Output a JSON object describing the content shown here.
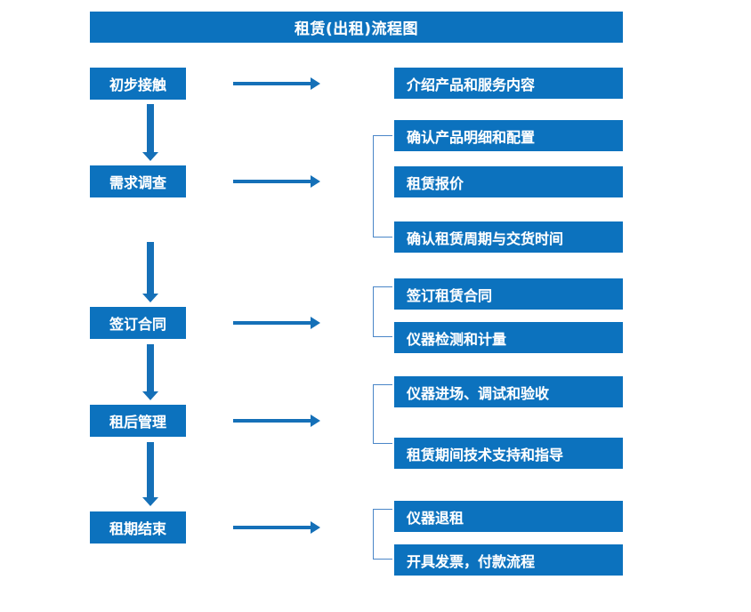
{
  "diagram": {
    "title": "租赁(出租)流程图",
    "colors": {
      "box_fill": "#0C72BE",
      "box_text": "#FFFFFF",
      "arrow": "#1570B8",
      "bracket": "#4A86C8",
      "background": "#FFFFFF"
    },
    "stages": [
      {
        "id": "stage-1",
        "label": "初步接触"
      },
      {
        "id": "stage-2",
        "label": "需求调查"
      },
      {
        "id": "stage-3",
        "label": "签订合同"
      },
      {
        "id": "stage-4",
        "label": "租后管理"
      },
      {
        "id": "stage-5",
        "label": "租期结束"
      }
    ],
    "tasks": [
      {
        "id": "task-1",
        "label": "介绍产品和服务内容"
      },
      {
        "id": "task-2",
        "label": "确认产品明细和配置"
      },
      {
        "id": "task-3",
        "label": "租赁报价"
      },
      {
        "id": "task-4",
        "label": "确认租赁周期与交货时间"
      },
      {
        "id": "task-5",
        "label": "签订租赁合同"
      },
      {
        "id": "task-6",
        "label": "仪器检测和计量"
      },
      {
        "id": "task-7",
        "label": "仪器进场、调试和验收"
      },
      {
        "id": "task-8",
        "label": "租赁期间技术支持和指导"
      },
      {
        "id": "task-9",
        "label": "仪器退租"
      },
      {
        "id": "task-10",
        "label": "开具发票，付款流程"
      }
    ],
    "groups": [
      {
        "stage": "需求调查",
        "tasks": [
          "确认产品明细和配置",
          "租赁报价",
          "确认租赁周期与交货时间"
        ]
      },
      {
        "stage": "签订合同",
        "tasks": [
          "签订租赁合同",
          "仪器检测和计量"
        ]
      },
      {
        "stage": "租后管理",
        "tasks": [
          "仪器进场、调试和验收",
          "租赁期间技术支持和指导"
        ]
      },
      {
        "stage": "租期结束",
        "tasks": [
          "仪器退租",
          "开具发票，付款流程"
        ]
      }
    ]
  }
}
